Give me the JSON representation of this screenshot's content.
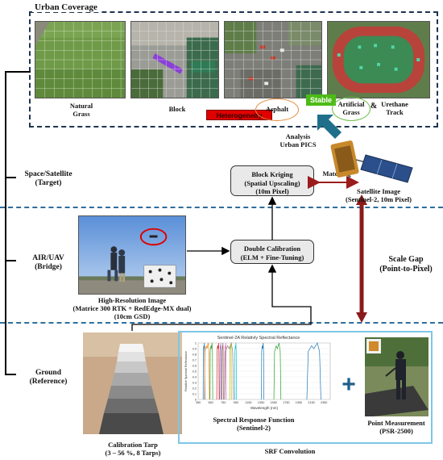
{
  "urban": {
    "title": "Urban Coverage",
    "captions": {
      "natural_grass": [
        "Natural",
        "Grass"
      ],
      "block": "Block",
      "asphalt": "Asphalt",
      "artificial_grass": [
        "Artificial",
        "Grass"
      ],
      "amp": "&",
      "urethane_track": [
        "Urethane",
        "Track"
      ]
    },
    "heterogeneity": "Heterogeneity",
    "stable": "Stable",
    "analysis": [
      "Analysis",
      "Urban PICS"
    ]
  },
  "levels": {
    "space": [
      "Space/Satellite",
      "(Target)"
    ],
    "air": [
      "AIR/UAV",
      "(Bridge)"
    ],
    "ground": [
      "Ground",
      "(Reference)"
    ]
  },
  "boxes": {
    "kriging": [
      "Block Kriging",
      "(Spatial Upscaling)",
      "(10m Pixel)"
    ],
    "calibration": [
      "Double Calibration",
      "(ELM + Fine-Tuning)"
    ]
  },
  "matching": "Matching",
  "satellite_caption": [
    "Satellite Image",
    "(Sentinel-2, 10m Pixel)"
  ],
  "scale_gap": [
    "Scale Gap",
    "(Point-to-Pixel)"
  ],
  "uav_caption": [
    "High-Resolution Image",
    "(Matrice 300 RTK + RedEdge-MX dual)",
    "(10cm GSD)"
  ],
  "tarp_caption": [
    "Calibration Tarp",
    "(3 – 56 %, 8 Tarps)"
  ],
  "srf": {
    "caption": [
      "Spectral Response Function",
      "(Sentinel-2)"
    ],
    "convolution": "SRF Convolution",
    "plus": "+"
  },
  "point_caption": [
    "Point Measurement",
    "(PSR-2500)"
  ],
  "chart_data": {
    "type": "line",
    "title": "Sentinel-2A Relativly Spectral Reflectance",
    "xlabel": "Wavelength (nm)",
    "ylabel": "Relative Spectral Reflectance",
    "xticks": [
      "350",
      "550",
      "750",
      "950",
      "1150",
      "1350",
      "1550",
      "1750",
      "1950",
      "2150",
      "2350"
    ],
    "yticks": [
      "0",
      "0.1",
      "0.2",
      "0.3",
      "0.4",
      "0.5",
      "0.6",
      "0.7",
      "0.8",
      "0.9",
      "1"
    ],
    "xlim": [
      350,
      2450
    ],
    "ylim": [
      0,
      1
    ],
    "bands": [
      {
        "center": 443,
        "width": 20,
        "color": "#1f77b4"
      },
      {
        "center": 490,
        "width": 65,
        "color": "#ff7f0e"
      },
      {
        "center": 560,
        "width": 35,
        "color": "#2ca02c"
      },
      {
        "center": 665,
        "width": 30,
        "color": "#d62728"
      },
      {
        "center": 705,
        "width": 15,
        "color": "#9467bd"
      },
      {
        "center": 740,
        "width": 15,
        "color": "#8c564b"
      },
      {
        "center": 783,
        "width": 20,
        "color": "#e377c2"
      },
      {
        "center": 842,
        "width": 115,
        "color": "#7f7f7f"
      },
      {
        "center": 865,
        "width": 20,
        "color": "#bcbd22"
      },
      {
        "center": 945,
        "width": 20,
        "color": "#17becf"
      },
      {
        "center": 1375,
        "width": 30,
        "color": "#1f77b4"
      },
      {
        "center": 1610,
        "width": 90,
        "color": "#2ca02c"
      },
      {
        "center": 2190,
        "width": 180,
        "color": "#1f77b4"
      }
    ]
  },
  "colors": {
    "heterogeneity_bg": "#e00000",
    "stable_bg": "#4cbb17",
    "scale_arrow": "#8b1a1a",
    "pics_arrow": "#1f6f8b",
    "dash_blue": "#2f6d9c"
  }
}
